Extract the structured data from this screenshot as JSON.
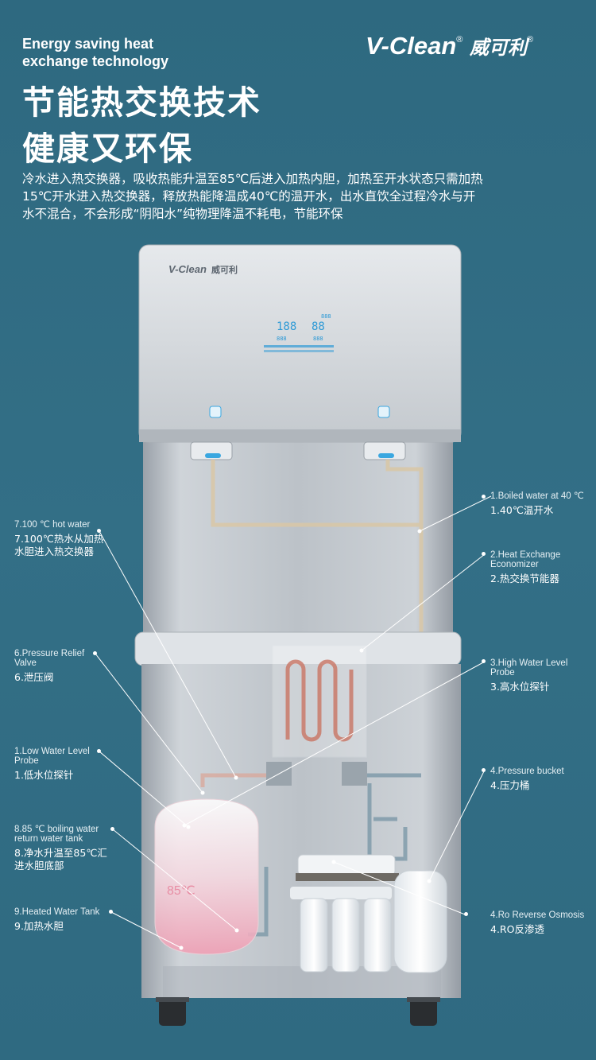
{
  "header": {
    "en_title": "Energy saving heat exchange technology",
    "cn_title_line1": "节能热交换技术",
    "cn_title_line2": "健康又环保",
    "description": "冷水进入热交换器，吸收热能升温至85℃后进入加热内胆，加热至开水状态只需加热15℃开水进入热交换器，释放热能降温成40℃的温开水，出水直饮全过程冷水与开水不混合，不会形成“阴阳水”纯物理降温不耗电，节能环保"
  },
  "brand": {
    "name": "V-Clean",
    "cn_name": "威可利",
    "registered": "®",
    "panel_logo": "V-Clean",
    "panel_logo_cn": "威可利"
  },
  "display": {
    "temp_left": "188",
    "temp_right": "88",
    "small": "888"
  },
  "tank_temp": "85℃",
  "labels": {
    "l1": {
      "en": "1.Boiled water at 40 ℃",
      "cn": "1.40℃温开水"
    },
    "l2": {
      "en": "2.Heat Exchange Economizer",
      "cn": "2.热交换节能器"
    },
    "l3": {
      "en": "3.High Water Level Probe",
      "cn": "3.高水位探针"
    },
    "l4a": {
      "en": "4.Pressure bucket",
      "cn": "4.压力桶"
    },
    "l4b": {
      "en": "4.Ro Reverse Osmosis",
      "cn": "4.RO反渗透"
    },
    "l7": {
      "en": "7.100 ℃ hot water",
      "cn": "7.100℃热水从加热水胆进入热交换器"
    },
    "l6": {
      "en": "6.Pressure Relief Valve",
      "cn": "6.泄压阀"
    },
    "lo1": {
      "en": "1.Low Water Level Probe",
      "cn": "1.低水位探针"
    },
    "l8": {
      "en": "8.85 ℃ boiling water return water tank",
      "cn": "8.净水升温至85℃汇进水胆底部"
    },
    "l9": {
      "en": "9.Heated Water Tank",
      "cn": "9.加热水胆"
    }
  },
  "colors": {
    "bg": "#326e85",
    "steel": "#b9bfc6",
    "tank_pink": "#f2b6c4",
    "accent_blue": "#3aa7e0"
  }
}
